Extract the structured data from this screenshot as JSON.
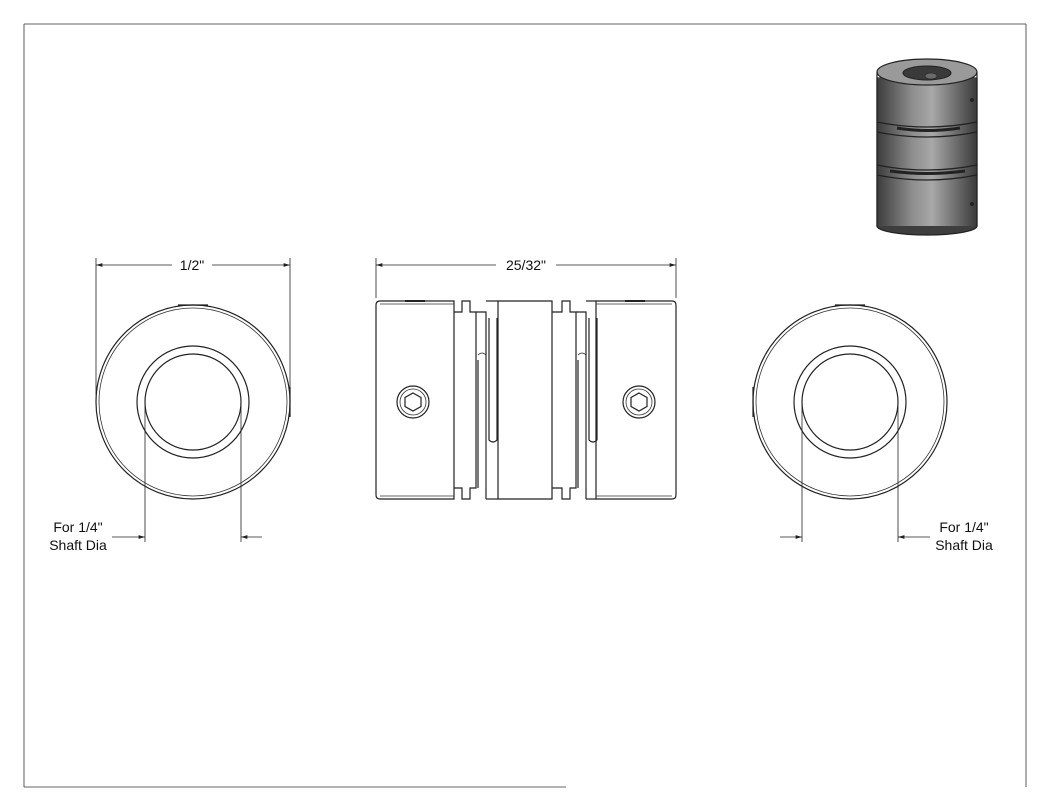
{
  "drawing": {
    "dimensions": {
      "end_view_width": "1/2\"",
      "side_length": "25/32\"",
      "left_bore_line1": "For 1/4\"",
      "left_bore_line2": "Shaft Dia",
      "right_bore_line1": "For 1/4\"",
      "right_bore_line2": "Shaft Dia"
    },
    "colors": {
      "line": "#222222",
      "iso_body_dark": "#4a4a4a",
      "iso_body_mid": "#7a7a7a",
      "iso_body_light": "#b5b5b5"
    }
  }
}
